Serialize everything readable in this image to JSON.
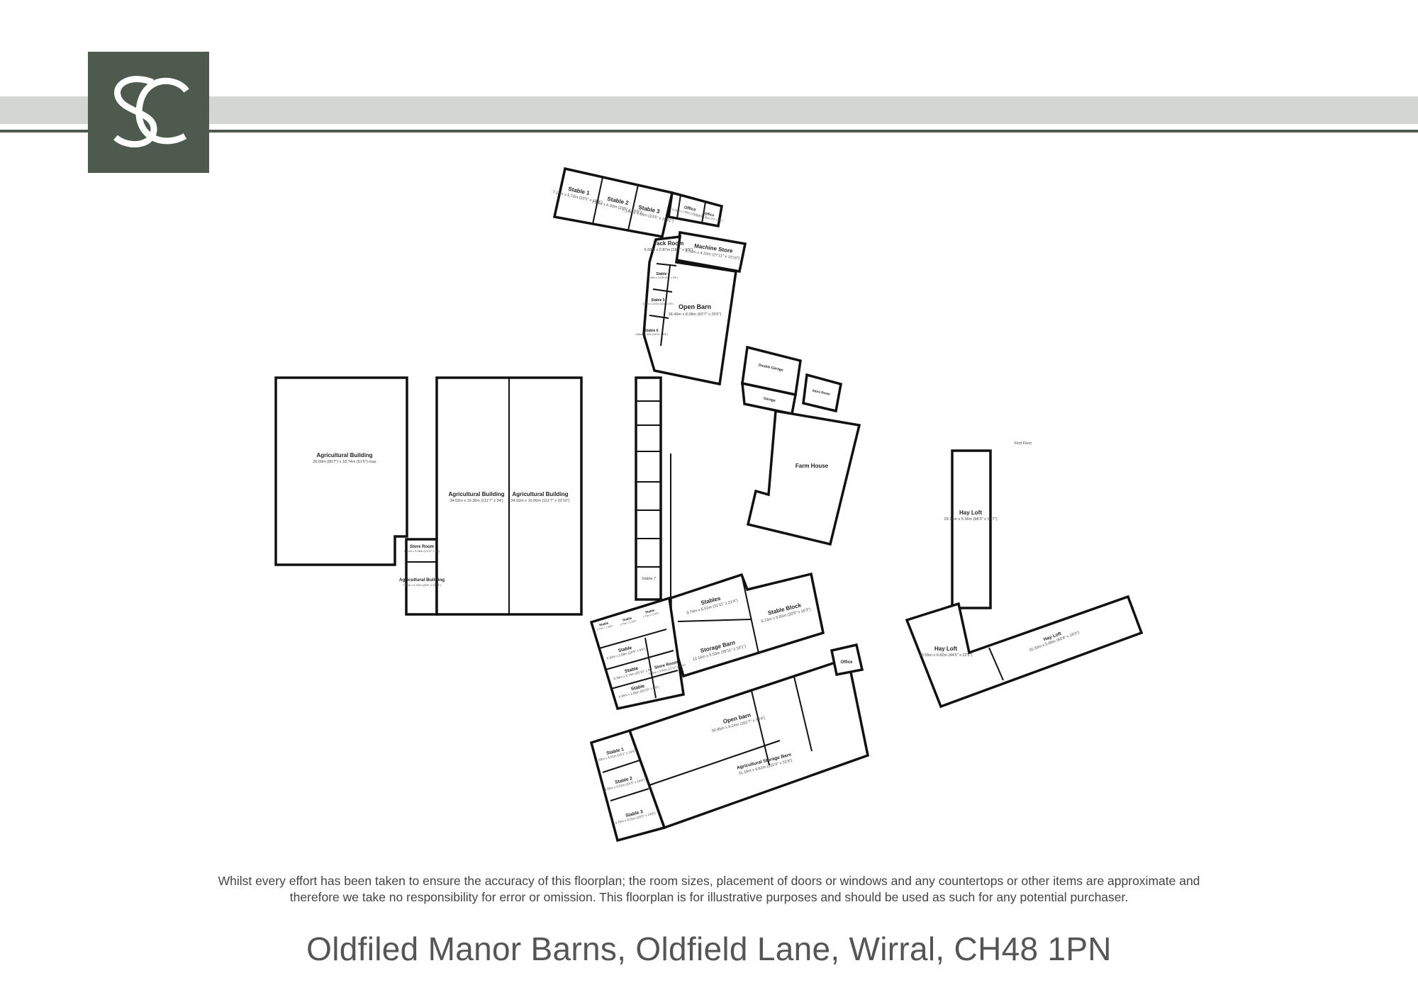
{
  "brand": {
    "logo_text": "SC",
    "color": "#4f5a4e",
    "band_color": "#d3d6d3"
  },
  "plan": {
    "first_floor_label": "First Floor",
    "rooms": [
      {
        "name": "Stable 1",
        "dims": "7.14m x 5.72m (23'5\" x 18'9\")"
      },
      {
        "name": "Stable 2",
        "dims": "7.14m x 6.00m (23'5\" x 19'8\")"
      },
      {
        "name": "Stable 3",
        "dims": "7.14m x 4.88m (23'5\" x 16'11\")"
      },
      {
        "name": "Office",
        "dims": "3.14m x 2.93m (10'4\" x 9'7\")"
      },
      {
        "name": "Office",
        "dims": "2.82m x 1.03m (9'3\" x 3'5\")"
      },
      {
        "name": "Tack Room",
        "dims": "5.68m x 2.87m (18'7\" x 9'5\")"
      },
      {
        "name": "Machine Store",
        "dims": "8.50m x 4.22m (27'11\" x 13'10\")"
      },
      {
        "name": "Stable 4",
        "dims": "2.90m x 2.87m (9'6\" x 9'5\")"
      },
      {
        "name": "Stable 5",
        "dims": "4.06m x 2.87m (13'4\" x 9'5\")"
      },
      {
        "name": "Stable 6",
        "dims": "4.85m x 2.87m (15'11\" x 9'5\")"
      },
      {
        "name": "Open Barn",
        "dims": "18.46m x 8.08m (60'7\" x 26'6\")"
      },
      {
        "name": "Double Garage",
        "dims": ""
      },
      {
        "name": "Garage",
        "dims": ""
      },
      {
        "name": "Store Room",
        "dims": ""
      },
      {
        "name": "Farm House",
        "dims": ""
      },
      {
        "name": "Agricultural Building",
        "dims": "26.09m (85'7\") x 18.74m (61'6\") max"
      },
      {
        "name": "Agricultural Building",
        "dims": "34.02m x 10.36m (111'7\" x 34')"
      },
      {
        "name": "Agricultural Building",
        "dims": "34.02m x 10.00m (111'7\" x 32'10\")"
      },
      {
        "name": "Store Room",
        "dims": "4.22m x 3.06m (13'11\" x 10')"
      },
      {
        "name": "Agricultural Building",
        "dims": "7.82m x 4.22m (25'8\" x 13'11\")"
      },
      {
        "name": "Stable 7",
        "dims": ""
      },
      {
        "name": "Stables",
        "dims": "9.74m x 6.51m (31'11\" x 21'4\")"
      },
      {
        "name": "Stable Block",
        "dims": "6.74m x 5.55m (20'8\" x 18'3\")"
      },
      {
        "name": "Storage Barn",
        "dims": "12.16m x 5.50m (39'11\" x 18'1\")"
      },
      {
        "name": "Stable",
        "dims": "1.76m x 1.60m"
      },
      {
        "name": "Stable",
        "dims": "1.76m x 3.10m"
      },
      {
        "name": "Stable",
        "dims": "1.76m x 2.65m"
      },
      {
        "name": "Stable",
        "dims": "6.32m x 2.88m (20'9\" x 9'5\")"
      },
      {
        "name": "Stable",
        "dims": "6.34m x 2.74m (20'10\" x 9')"
      },
      {
        "name": "Stable",
        "dims": "6.35m x 2.68m (20'10\" x 8'9\")"
      },
      {
        "name": "Store Room",
        "dims": "5.46m x 3.44m (17'11\" x 11'4\")"
      },
      {
        "name": "Open barn",
        "dims": "30.95m x 9.24m (101'7\" x 30'4\")"
      },
      {
        "name": "Agricultural Storage Barn",
        "dims": "31.18m x 9.62m (102'4\" x 31'6\")"
      },
      {
        "name": "Stable 1",
        "dims": "4.60m x 4.51m (15'1\" x 14'9\")"
      },
      {
        "name": "Stable 2",
        "dims": "4.65m x 4.51m (15'3\" x 14'9\")"
      },
      {
        "name": "Stable 3",
        "dims": "4.70m x 4.51m (15'5\" x 14'9\")"
      },
      {
        "name": "Office",
        "dims": ""
      },
      {
        "name": "Hay Loft",
        "dims": "29.94m x 5.36m (98'3\" x 17'7\")"
      },
      {
        "name": "Hay Loft",
        "dims": "13.55m x 6.82m (44'5\" x 22'5\")"
      },
      {
        "name": "Hay Loft",
        "dims": "20.33m x 5.88m (66'8\" x 19'3\")"
      }
    ]
  },
  "footer": {
    "disclaimer": "Whilst every effort has been taken to ensure the accuracy of this floorplan; the room sizes, placement of doors or windows and any countertops or other items are approximate and therefore we take no responsibility for error or omission. This floorplan is for illustrative purposes and should be used as such for any potential purchaser.",
    "address": "Oldfiled Manor Barns, Oldfield Lane, Wirral, CH48 1PN"
  }
}
